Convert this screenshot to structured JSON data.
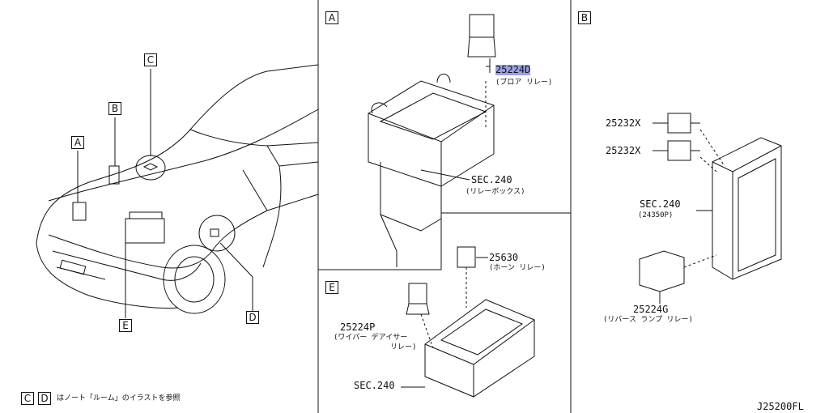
{
  "callouts": {
    "A": "A",
    "B": "B",
    "C": "C",
    "D": "D",
    "E": "E"
  },
  "panel_a": {
    "part_number": "25224D",
    "part_name": "(ブロア リレー)",
    "section": "SEC.240",
    "section_name": "(リレーボックス)"
  },
  "panel_b": {
    "part_a": "25232X",
    "part_b": "25232X",
    "section": "SEC.240",
    "section_sub": "(24350P)",
    "part_c": "25224G",
    "part_c_name": "(リバース ランプ リレー)"
  },
  "panel_e": {
    "part_horn": "25630",
    "part_horn_name": "(ホーン リレー)",
    "part_wiper": "25224P",
    "part_wiper_name_1": "(ワイパー デアイサー",
    "part_wiper_name_2": "リレー)",
    "section": "SEC.240"
  },
  "footnote": {
    "box_c": "C",
    "box_d": "D",
    "text": "はノート「ルーム」のイラストを参照"
  },
  "diagram_code": "J25200FL",
  "colors": {
    "highlight": "#9aa0e8",
    "line": "#111111",
    "watermark": "#f0f0f0"
  }
}
